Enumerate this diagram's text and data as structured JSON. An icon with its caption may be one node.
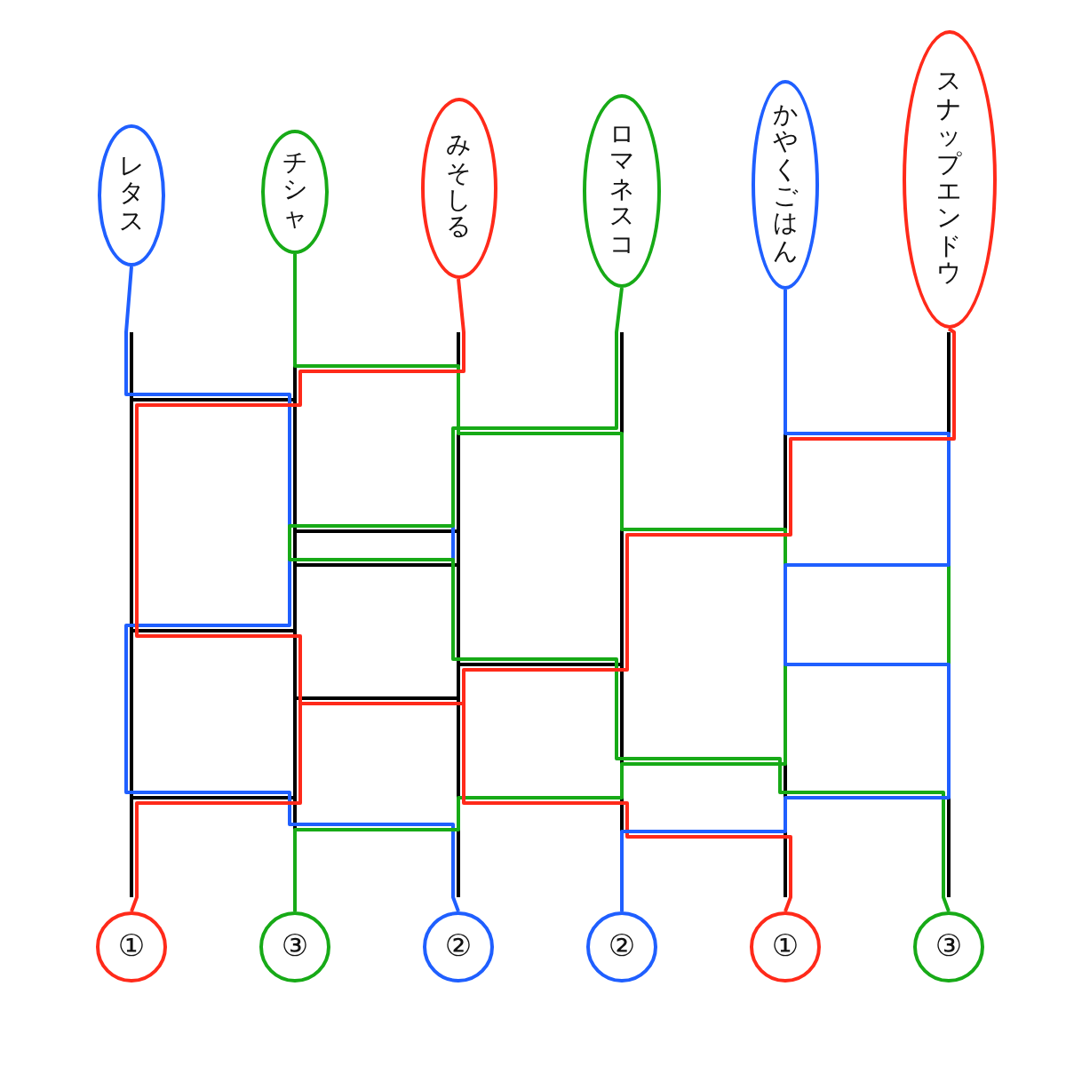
{
  "diagram": {
    "nodes": [
      {
        "text": [
          "レタス"
        ]
      },
      {
        "text": [
          "チシャ"
        ]
      },
      {
        "text": [
          "みそしる"
        ]
      },
      {
        "text": [
          "ロマネスコ"
        ]
      },
      {
        "text": [
          "かやくごはん"
        ]
      },
      {
        "text": [
          "スナップエンドウ"
        ]
      },
      {
        "text": [
          "①"
        ]
      },
      {
        "text": [
          "③"
        ]
      },
      {
        "text": [
          "②"
        ]
      },
      {
        "text": [
          "②"
        ]
      },
      {
        "text": [
          "①"
        ]
      },
      {
        "text": [
          "③"
        ]
      }
    ],
    "edges": [
      {
        "from": 0,
        "to": 8,
        "arrow": "none",
        "color": "#1f5fff"
      },
      {
        "from": 1,
        "to": 7,
        "arrow": "none",
        "color": "#17aa17"
      },
      {
        "from": 2,
        "to": 10,
        "arrow": "none",
        "color": "#ff2a1a"
      },
      {
        "from": 3,
        "to": 11,
        "arrow": "none",
        "color": "#17aa17"
      },
      {
        "from": 4,
        "to": 9,
        "arrow": "none",
        "color": "#1f5fff"
      },
      {
        "from": 5,
        "to": 6,
        "arrow": "none",
        "color": "#ff2a1a"
      }
    ]
  }
}
